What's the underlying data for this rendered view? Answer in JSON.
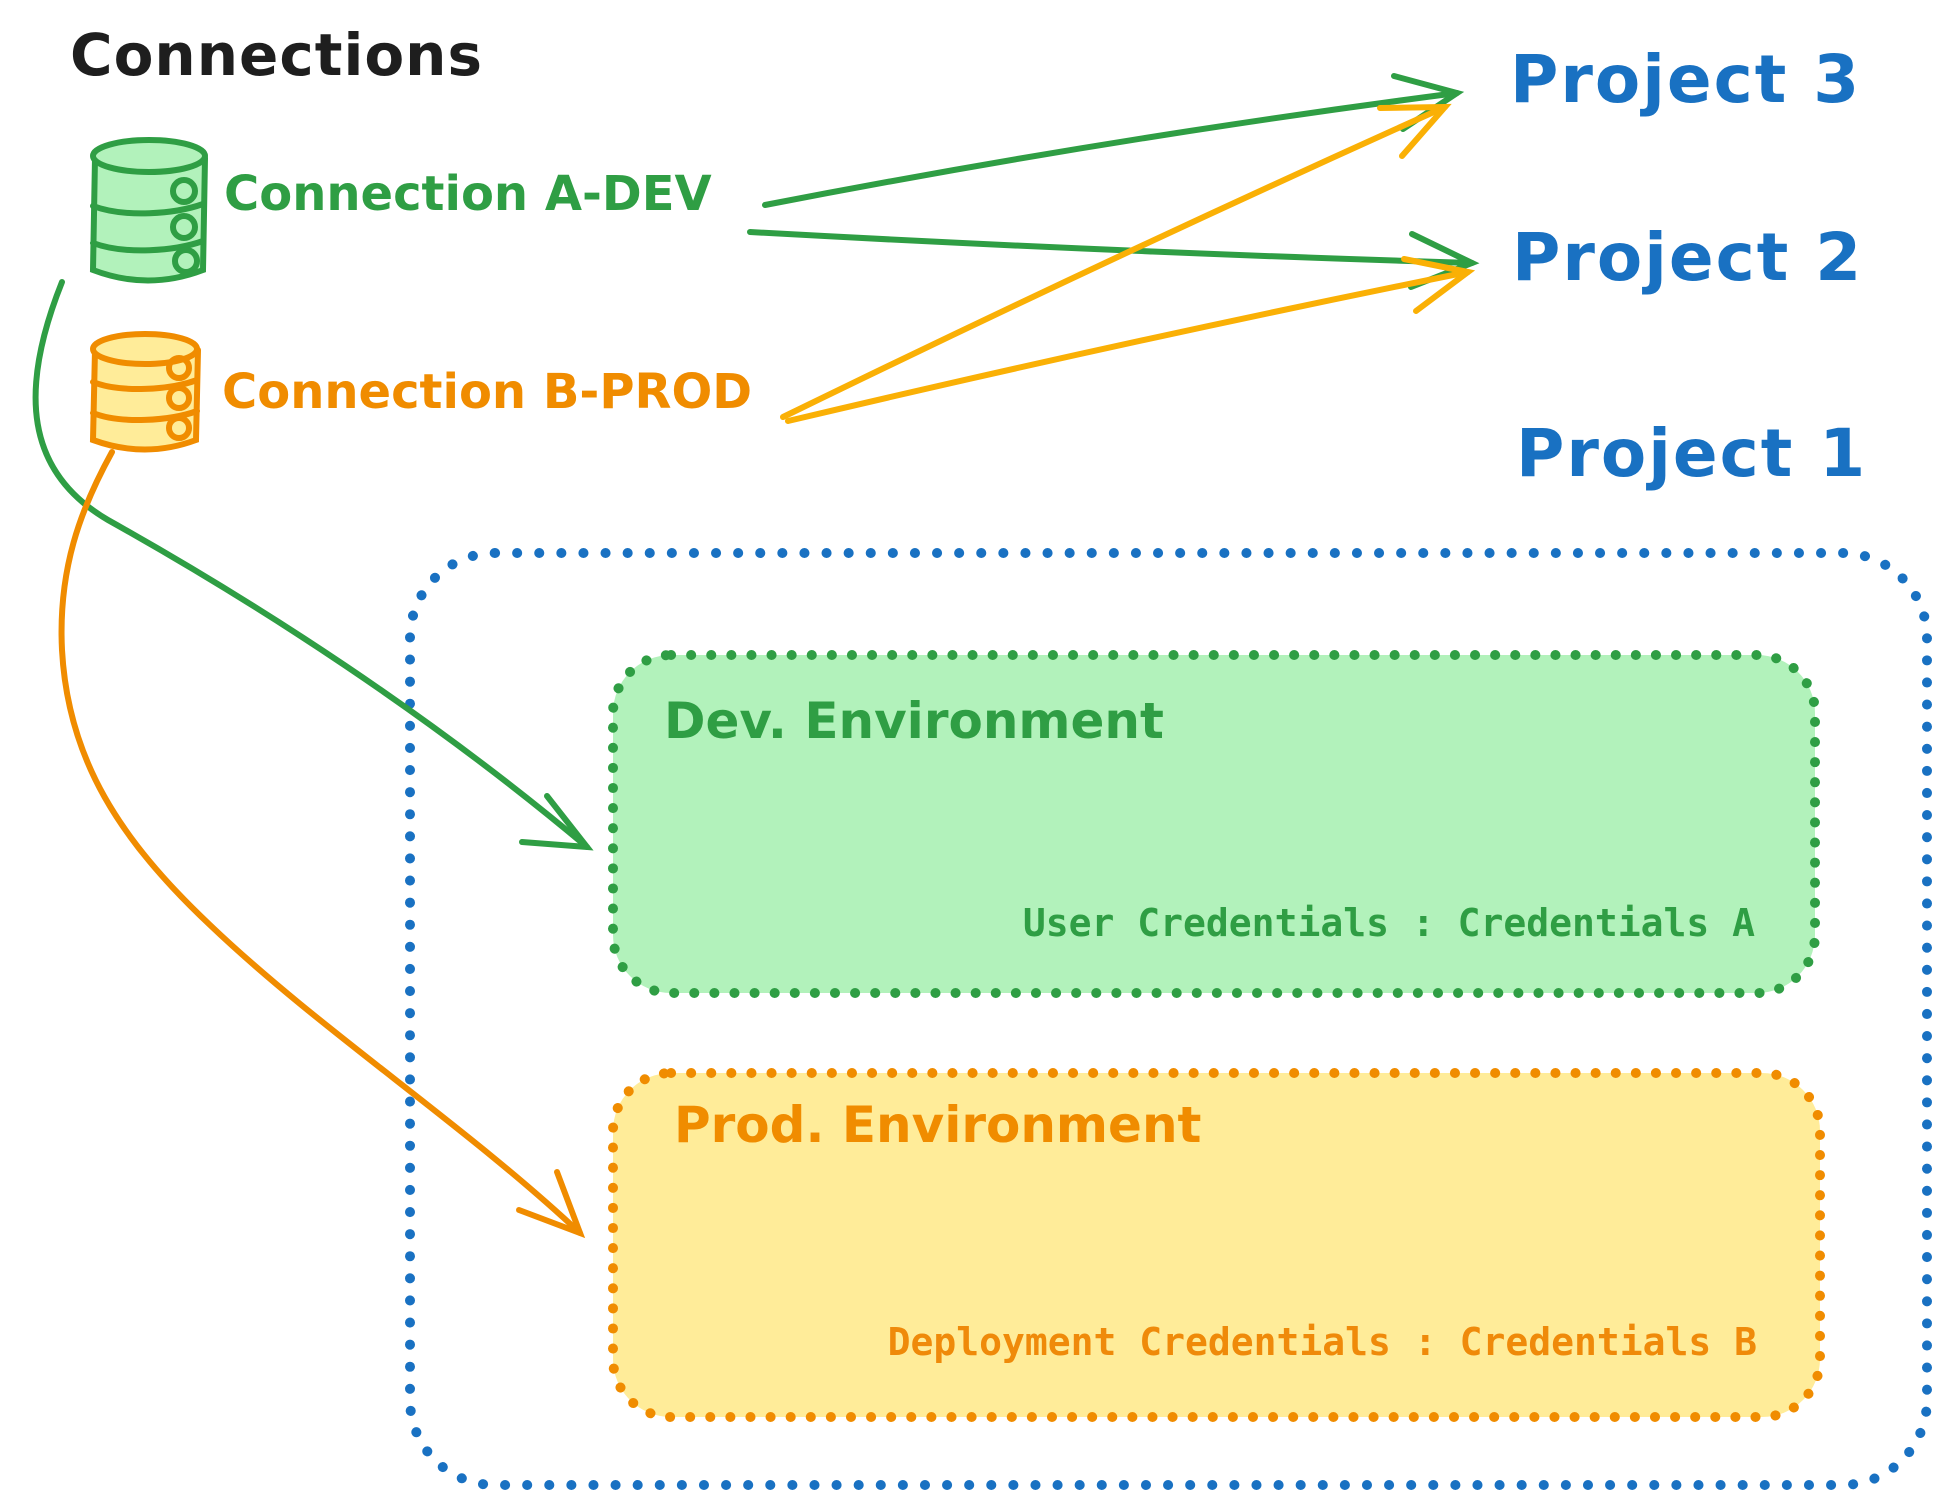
{
  "diagram": {
    "title": "Connections",
    "connections": [
      {
        "label": "Connection A-DEV",
        "icon": "database-icon",
        "stroke": "#2f9e44",
        "fill": "#b2f2bb"
      },
      {
        "label": "Connection B-PROD",
        "icon": "database-icon",
        "stroke": "#f08c00",
        "fill": "#ffec99"
      }
    ],
    "projects": [
      {
        "label": "Project 3"
      },
      {
        "label": "Project 2"
      },
      {
        "label": "Project 1"
      }
    ],
    "project1_detail": {
      "environments": [
        {
          "label": "Dev. Environment",
          "credentials_line": "User Credentials : Credentials A",
          "stroke": "#2f9e44",
          "fill": "#b2f2bb"
        },
        {
          "label": "Prod. Environment",
          "credentials_line": "Deployment Credentials : Credentials B",
          "stroke": "#f08c00",
          "fill": "#ffec99"
        }
      ]
    },
    "edges": [
      {
        "from": "Connection A-DEV",
        "to": "Project 3",
        "color": "#2f9e44",
        "style": "straight-arrow"
      },
      {
        "from": "Connection A-DEV",
        "to": "Project 2",
        "color": "#2f9e44",
        "style": "straight-arrow"
      },
      {
        "from": "Connection B-PROD",
        "to": "Project 3",
        "color": "#f08c00",
        "style": "straight-arrow"
      },
      {
        "from": "Connection B-PROD",
        "to": "Project 2",
        "color": "#f08c00",
        "style": "straight-arrow"
      },
      {
        "from": "Connection A-DEV",
        "to": "Dev. Environment (Project 1)",
        "color": "#2f9e44",
        "style": "curved-arrow"
      },
      {
        "from": "Connection B-PROD",
        "to": "Prod. Environment (Project 1)",
        "color": "#f08c00",
        "style": "curved-arrow"
      }
    ],
    "accent_colors": {
      "blue": "#1971c2",
      "green": "#2f9e44",
      "orange": "#f08c00",
      "black": "#1e1e1e"
    }
  }
}
